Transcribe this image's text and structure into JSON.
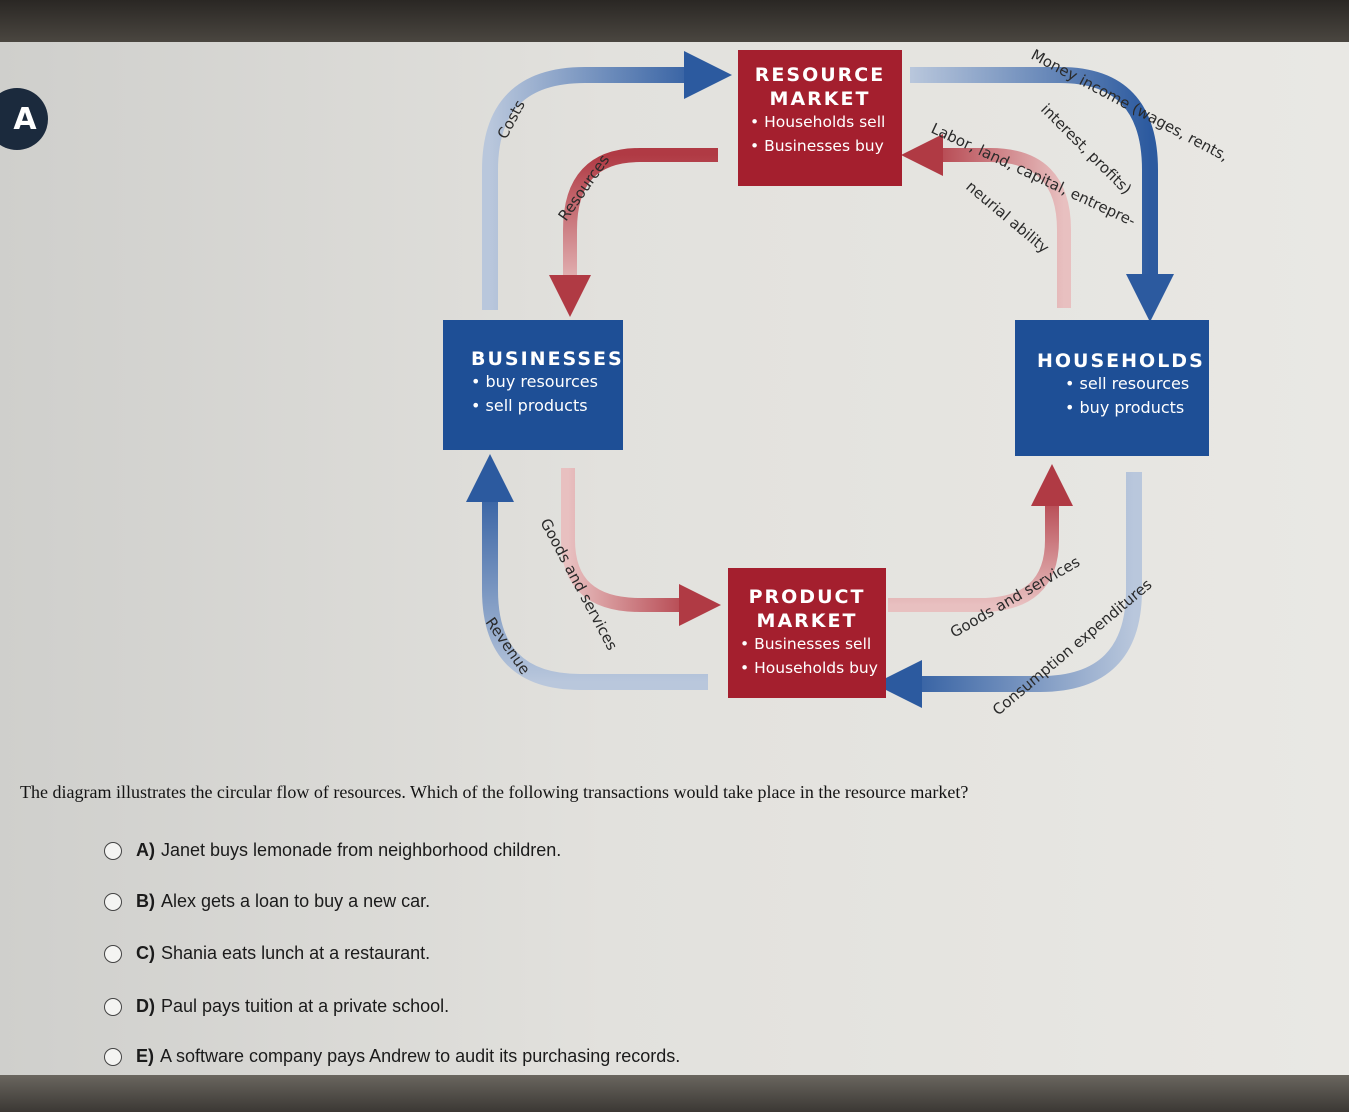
{
  "diagram": {
    "resource_market": {
      "title1": "RESOURCE",
      "title2": "MARKET",
      "items": [
        "• Households sell",
        "• Businesses buy"
      ]
    },
    "product_market": {
      "title1": "PRODUCT",
      "title2": "MARKET",
      "items": [
        "• Businesses sell",
        "• Households buy"
      ]
    },
    "businesses": {
      "title": "BUSINESSES",
      "items": [
        "• buy resources",
        "• sell products"
      ]
    },
    "households": {
      "title": "HOUSEHOLDS",
      "items": [
        "• sell resources",
        "• buy products"
      ]
    },
    "flow_labels": {
      "costs": "Costs",
      "resources": "Resources",
      "money_income": "Money income (wages, rents,",
      "interest_profits": "interest, profits)",
      "labor_land": "Labor, land, capital, entrepre-",
      "neurial_ability": "neurial ability",
      "goods_services_left": "Goods and services",
      "revenue": "Revenue",
      "goods_services_right": "Goods and services",
      "consumption": "Consumption expenditures"
    },
    "colors": {
      "red_box": "#a41f2e",
      "blue_box": "#1e4f96"
    }
  },
  "question": {
    "text": "The diagram illustrates the circular flow of resources. Which of the following transactions would take place in the resource market?",
    "options": [
      {
        "letter": "A)",
        "text": "Janet buys lemonade from neighborhood children."
      },
      {
        "letter": "B)",
        "text": "Alex gets a loan to buy a new car."
      },
      {
        "letter": "C)",
        "text": "Shania eats lunch at a restaurant."
      },
      {
        "letter": "D)",
        "text": "Paul pays tuition at a private school."
      },
      {
        "letter": "E)",
        "text": "A software company pays Andrew to audit its purchasing records."
      }
    ]
  },
  "toolbar": {
    "tool_icon_label": "A"
  }
}
